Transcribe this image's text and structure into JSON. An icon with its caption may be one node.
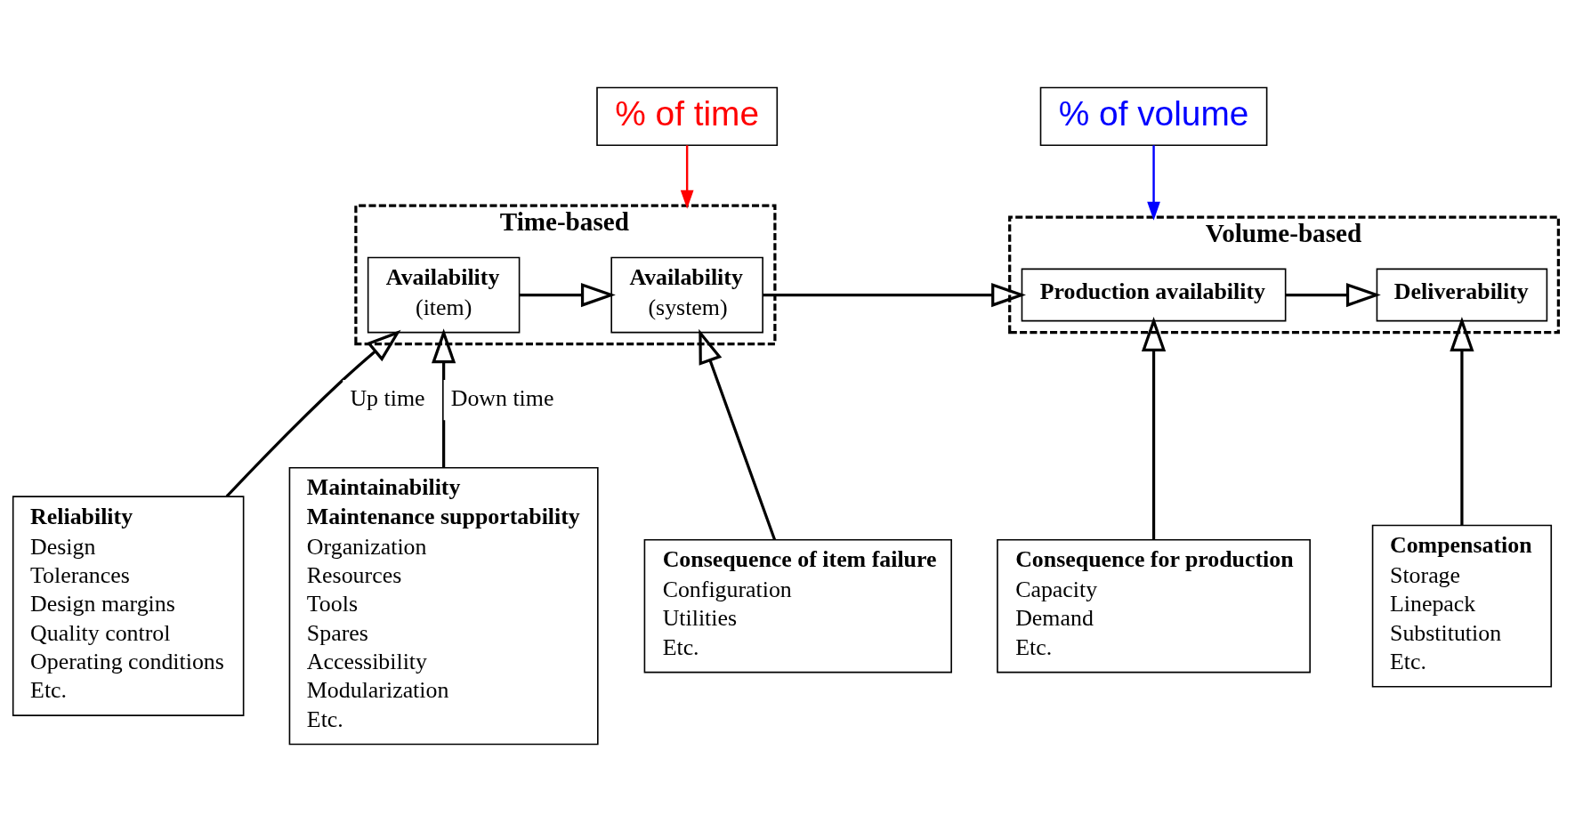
{
  "diagram": {
    "nodes": [
      {
        "text": [
          "% of time"
        ]
      },
      {
        "text": [
          "% of volume"
        ]
      },
      {
        "text": [
          "Time-based"
        ]
      },
      {
        "text": [
          "Availability",
          "(item)"
        ],
        "in": 2
      },
      {
        "text": [
          "Availability",
          "(system)"
        ],
        "in": 2
      },
      {
        "text": [
          "Volume-based"
        ]
      },
      {
        "text": [
          "Production availability"
        ],
        "in": 5
      },
      {
        "text": [
          "Deliverability"
        ],
        "in": 5
      },
      {
        "text": [
          "Reliability",
          "Design",
          "Tolerances",
          "Design margins",
          "Quality control",
          "Operating conditions",
          "Etc."
        ]
      },
      {
        "text": [
          "Maintainability",
          "Maintenance supportability",
          "Organization",
          "Resources",
          "Tools",
          "Spares",
          "Accessibility",
          "Modularization",
          "Etc."
        ]
      },
      {
        "text": [
          "Consequence of item failure",
          "Configuration",
          "Utilities",
          "Etc."
        ]
      },
      {
        "text": [
          "Consequence for production",
          "Capacity",
          "Demand",
          "Etc."
        ]
      },
      {
        "text": [
          "Compensation",
          "Storage",
          "Linepack",
          "Substitution",
          "Etc."
        ]
      }
    ],
    "edges": [
      {
        "from": 0,
        "to": 2,
        "arrow": "to",
        "color": "#ff0000"
      },
      {
        "from": 1,
        "to": 5,
        "arrow": "to",
        "color": "#0000ff"
      },
      {
        "from": 3,
        "to": 4,
        "arrow": "to"
      },
      {
        "from": 4,
        "to": 6,
        "arrow": "to"
      },
      {
        "from": 6,
        "to": 7,
        "arrow": "to"
      },
      {
        "from": 8,
        "to": 3,
        "arrow": "to",
        "label": "Up time"
      },
      {
        "from": 9,
        "to": 3,
        "arrow": "to",
        "label": "Down time"
      },
      {
        "from": 10,
        "to": 4,
        "arrow": "to"
      },
      {
        "from": 11,
        "to": 6,
        "arrow": "to"
      },
      {
        "from": 12,
        "to": 7,
        "arrow": "to"
      }
    ]
  }
}
